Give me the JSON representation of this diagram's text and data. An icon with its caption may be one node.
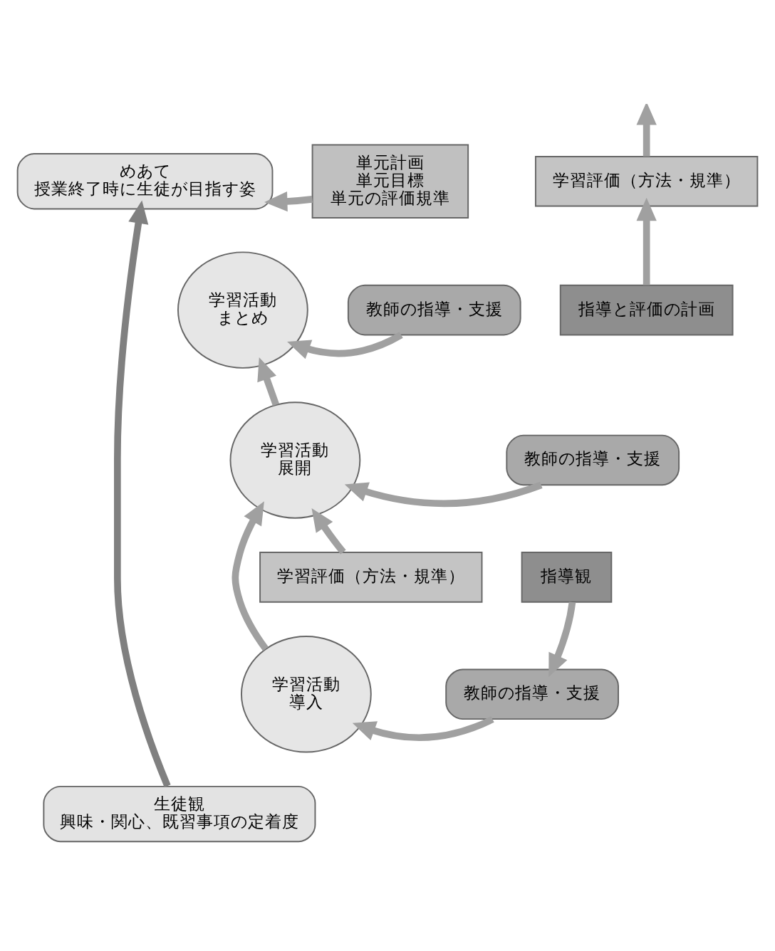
{
  "diagram": {
    "nodes": [
      {
        "text": [
          "めあて",
          "授業終了時に生徒が目指す姿"
        ]
      },
      {
        "text": [
          "単元計画",
          "単元目標",
          "単元の評価規準"
        ]
      },
      {
        "text": [
          "学習活動",
          "まとめ"
        ]
      },
      {
        "text": [
          "教師の指導・支援"
        ]
      },
      {
        "text": [
          "学習評価（方法・規準）"
        ]
      },
      {
        "text": [
          "指導と評価の計画"
        ]
      },
      {
        "text": [
          "学習活動",
          "展開"
        ]
      },
      {
        "text": [
          "教師の指導・支援"
        ]
      },
      {
        "text": [
          "学習評価（方法・規準）"
        ]
      },
      {
        "text": [
          "指導観"
        ]
      },
      {
        "text": [
          "学習活動",
          "導入"
        ]
      },
      {
        "text": [
          "教師の指導・支援"
        ]
      },
      {
        "text": [
          "生徒観",
          "興味・関心、既習事項の定着度"
        ]
      }
    ],
    "edges": [
      {
        "from": 1,
        "to": 0,
        "arrow": "to"
      },
      {
        "from": 3,
        "to": 2,
        "arrow": "to"
      },
      {
        "from": 6,
        "to": 2,
        "arrow": "to"
      },
      {
        "from": 4,
        "to": null,
        "arrow": "to"
      },
      {
        "from": 5,
        "to": 4,
        "arrow": "to"
      },
      {
        "from": 7,
        "to": 6,
        "arrow": "to"
      },
      {
        "from": 8,
        "to": 6,
        "arrow": "to"
      },
      {
        "from": 10,
        "to": 6,
        "arrow": "to"
      },
      {
        "from": 9,
        "to": 11,
        "arrow": "to"
      },
      {
        "from": 11,
        "to": 10,
        "arrow": "to"
      },
      {
        "from": 12,
        "to": 0,
        "arrow": "to",
        "color": "#808080"
      }
    ]
  }
}
